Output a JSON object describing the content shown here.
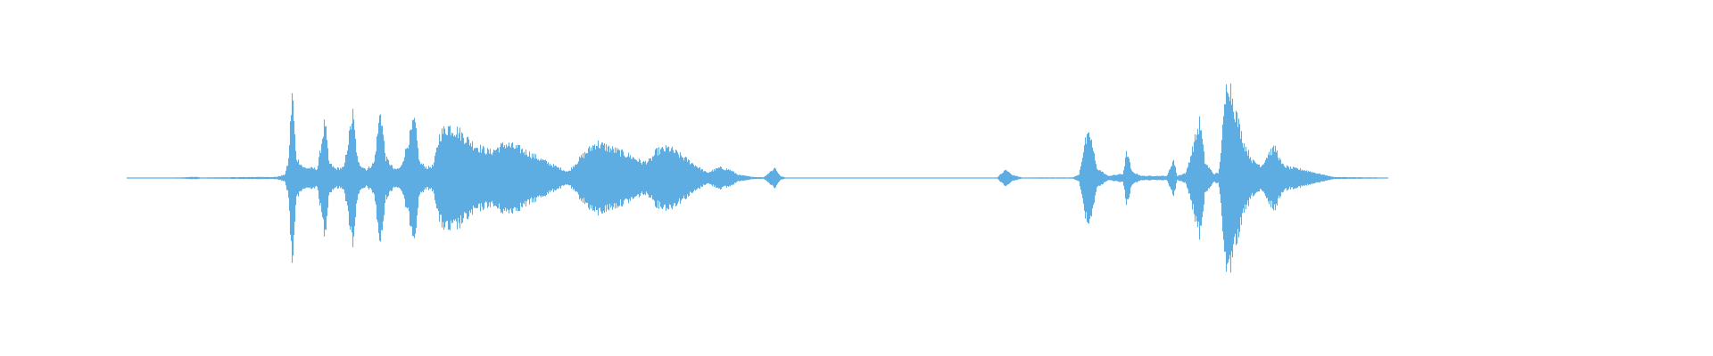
{
  "waveform": {
    "color": "#5DADE2",
    "background": "#FFFFFF",
    "amplitude_envelope": [
      [
        0.0,
        0.004
      ],
      [
        0.04,
        0.005
      ],
      [
        0.055,
        0.012
      ],
      [
        0.058,
        0.005
      ],
      [
        0.067,
        0.006
      ],
      [
        0.1,
        0.01
      ],
      [
        0.118,
        0.01
      ],
      [
        0.125,
        0.03
      ],
      [
        0.128,
        0.16
      ],
      [
        0.131,
        0.85
      ],
      [
        0.134,
        0.2
      ],
      [
        0.14,
        0.1
      ],
      [
        0.151,
        0.09
      ],
      [
        0.157,
        0.56
      ],
      [
        0.16,
        0.15
      ],
      [
        0.165,
        0.09
      ],
      [
        0.172,
        0.1
      ],
      [
        0.179,
        0.62
      ],
      [
        0.183,
        0.15
      ],
      [
        0.19,
        0.08
      ],
      [
        0.196,
        0.15
      ],
      [
        0.201,
        0.67
      ],
      [
        0.205,
        0.2
      ],
      [
        0.212,
        0.08
      ],
      [
        0.217,
        0.1
      ],
      [
        0.228,
        0.56
      ],
      [
        0.232,
        0.15
      ],
      [
        0.238,
        0.1
      ],
      [
        0.243,
        0.12
      ],
      [
        0.248,
        0.42
      ],
      [
        0.255,
        0.5
      ],
      [
        0.263,
        0.45
      ],
      [
        0.275,
        0.32
      ],
      [
        0.288,
        0.25
      ],
      [
        0.3,
        0.33
      ],
      [
        0.312,
        0.28
      ],
      [
        0.325,
        0.2
      ],
      [
        0.34,
        0.11
      ],
      [
        0.35,
        0.06
      ],
      [
        0.36,
        0.2
      ],
      [
        0.372,
        0.34
      ],
      [
        0.385,
        0.28
      ],
      [
        0.398,
        0.22
      ],
      [
        0.409,
        0.15
      ],
      [
        0.415,
        0.17
      ],
      [
        0.42,
        0.26
      ],
      [
        0.43,
        0.29
      ],
      [
        0.44,
        0.21
      ],
      [
        0.45,
        0.13
      ],
      [
        0.46,
        0.05
      ],
      [
        0.47,
        0.1
      ],
      [
        0.478,
        0.08
      ],
      [
        0.485,
        0.03
      ],
      [
        0.497,
        0.01
      ],
      [
        0.505,
        0.008
      ],
      [
        0.514,
        0.1
      ],
      [
        0.518,
        0.02
      ],
      [
        0.522,
        0.005
      ],
      [
        0.6,
        0.004
      ],
      [
        0.69,
        0.004
      ],
      [
        0.697,
        0.08
      ],
      [
        0.702,
        0.03
      ],
      [
        0.71,
        0.005
      ],
      [
        0.75,
        0.006
      ],
      [
        0.755,
        0.03
      ],
      [
        0.76,
        0.35
      ],
      [
        0.764,
        0.42
      ],
      [
        0.769,
        0.1
      ],
      [
        0.778,
        0.02
      ],
      [
        0.79,
        0.04
      ],
      [
        0.793,
        0.26
      ],
      [
        0.797,
        0.06
      ],
      [
        0.805,
        0.02
      ],
      [
        0.825,
        0.02
      ],
      [
        0.83,
        0.18
      ],
      [
        0.833,
        0.02
      ],
      [
        0.84,
        0.05
      ],
      [
        0.851,
        0.55
      ],
      [
        0.855,
        0.15
      ],
      [
        0.862,
        0.04
      ],
      [
        0.866,
        0.05
      ],
      [
        0.873,
        1.0
      ],
      [
        0.879,
        0.65
      ],
      [
        0.886,
        0.33
      ],
      [
        0.893,
        0.16
      ],
      [
        0.9,
        0.12
      ],
      [
        0.906,
        0.25
      ],
      [
        0.911,
        0.29
      ],
      [
        0.916,
        0.13
      ],
      [
        0.922,
        0.1
      ],
      [
        0.933,
        0.08
      ],
      [
        0.946,
        0.04
      ],
      [
        0.957,
        0.01
      ],
      [
        1.0,
        0.004
      ]
    ]
  }
}
